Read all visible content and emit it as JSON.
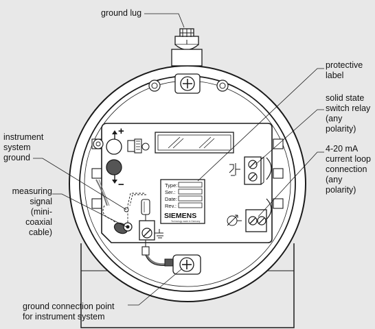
{
  "labels": {
    "ground_lug": "ground lug",
    "protective_label": "protective\nlabel",
    "solid_state_relay": "solid state\nswitch relay\n(any polarity)",
    "current_loop": "4-20 mA\ncurrent loop\nconnection\n(any polarity)",
    "instrument_ground": "instrument\nsystem\nground",
    "measuring_signal": "measuring\nsignal\n(mini-coaxial\ncable)",
    "ground_connection_point": "ground connection point\nfor instrument system"
  },
  "nameplate": {
    "type": "Type:",
    "ser": "Ser.:",
    "date": "Date:",
    "rev": "Rev.:",
    "brand": "SIEMENS",
    "fine_print": "Technology made in Germany"
  },
  "terminals": {
    "plus": "+",
    "minus": "−"
  },
  "colors": {
    "background": "#e8e8e8",
    "outline": "#1a1a1a",
    "white": "#ffffff",
    "dark_knob": "#555555",
    "gray_fill": "#d4d4d4"
  }
}
